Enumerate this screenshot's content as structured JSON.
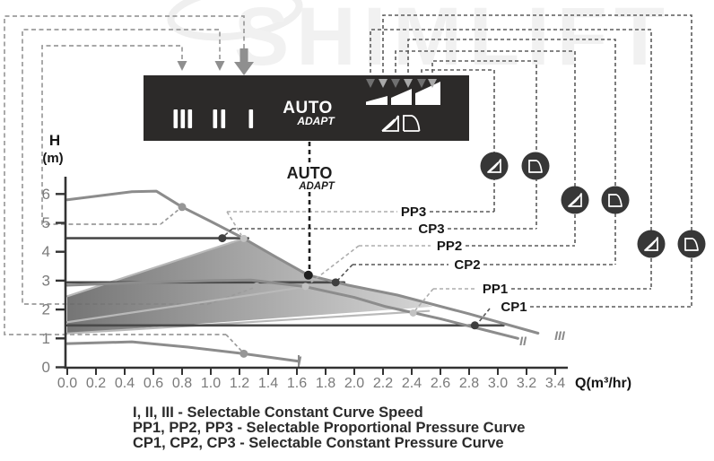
{
  "watermark": {
    "text": "SHIMLIFT"
  },
  "panel": {
    "bg_color": "#2c2a29",
    "buttons": {
      "iii": "III",
      "ii": "II",
      "i": "I"
    },
    "auto": "AUTO",
    "adapt": "ADAPT"
  },
  "auto_callout": {
    "title": "AUTO",
    "subtitle": "ADAPT"
  },
  "axis": {
    "y_title": "H",
    "y_unit": "(m)",
    "x_title": "Q(m³/hr)",
    "y_ticks": [
      "0",
      "1",
      "2",
      "3",
      "4",
      "5",
      "6"
    ],
    "x_ticks": [
      "0.0",
      "0.2",
      "0.4",
      "0.6",
      "0.8",
      "1.0",
      "1.2",
      "1.4",
      "1.6",
      "1.8",
      "2.0",
      "2.2",
      "2.4",
      "2.6",
      "2.8",
      "3.0",
      "3.2",
      "3.4"
    ]
  },
  "callouts": {
    "pp3": "PP3",
    "cp3": "CP3",
    "pp2": "PP2",
    "cp2": "CP2",
    "pp1": "PP1",
    "cp1": "CP1"
  },
  "curve_end_labels": {
    "i": "I",
    "ii": "II",
    "iii": "III"
  },
  "legend": [
    "I, II, III - Selectable Constant Curve Speed",
    "PP1, PP2, PP3 - Selectable Proportional Pressure Curve",
    "CP1, CP2, CP3 - Selectable Constant Pressure Curve"
  ],
  "chart_data": {
    "type": "line",
    "title": "Selectable pump performance curves",
    "xlabel": "Q(m³/hr)",
    "ylabel": "H (m)",
    "xlim": [
      0,
      3.4
    ],
    "ylim": [
      0,
      6
    ],
    "grid": false,
    "series": [
      {
        "name": "III",
        "kind": "constant-speed",
        "color": "#8c8c8c",
        "points": [
          [
            0,
            5.8
          ],
          [
            0.45,
            6.08
          ],
          [
            0.62,
            6.1
          ],
          [
            0.8,
            5.55
          ],
          [
            1.0,
            5.05
          ],
          [
            1.23,
            4.46
          ],
          [
            1.45,
            3.83
          ],
          [
            1.68,
            3.19
          ],
          [
            1.95,
            2.85
          ],
          [
            2.3,
            2.5
          ],
          [
            2.8,
            1.85
          ],
          [
            3.28,
            1.18
          ]
        ]
      },
      {
        "name": "II",
        "kind": "constant-speed",
        "color": "#8c8c8c",
        "points": [
          [
            0,
            2.84
          ],
          [
            0.5,
            2.93
          ],
          [
            1.0,
            3.0
          ],
          [
            1.28,
            3.02
          ],
          [
            1.66,
            2.79
          ],
          [
            2.0,
            2.42
          ],
          [
            2.22,
            2.1
          ],
          [
            2.6,
            1.68
          ],
          [
            2.9,
            1.3
          ],
          [
            3.14,
            1.0
          ]
        ]
      },
      {
        "name": "I",
        "kind": "constant-speed",
        "color": "#8c8c8c",
        "points": [
          [
            0,
            0.82
          ],
          [
            0.45,
            0.88
          ],
          [
            0.84,
            0.7
          ],
          [
            1.23,
            0.47
          ],
          [
            1.61,
            0.21
          ]
        ]
      },
      {
        "name": "CP3",
        "kind": "constant-pressure",
        "color": "#4a4a4a",
        "points": [
          [
            0,
            4.47
          ],
          [
            1.26,
            4.47
          ]
        ]
      },
      {
        "name": "CP2",
        "kind": "constant-pressure",
        "color": "#4a4a4a",
        "points": [
          [
            0,
            2.94
          ],
          [
            1.93,
            2.94
          ]
        ]
      },
      {
        "name": "CP1",
        "kind": "constant-pressure",
        "color": "#4a4a4a",
        "points": [
          [
            0,
            1.45
          ],
          [
            3.04,
            1.45
          ]
        ]
      },
      {
        "name": "PP3",
        "kind": "proportional-pressure",
        "color": "#b9b9b9",
        "points": [
          [
            0,
            2.46
          ],
          [
            1.23,
            4.46
          ]
        ]
      },
      {
        "name": "PP2",
        "kind": "proportional-pressure",
        "color": "#b9b9b9",
        "points": [
          [
            0,
            1.56
          ],
          [
            1.87,
            2.94
          ]
        ]
      },
      {
        "name": "PP1",
        "kind": "proportional-pressure",
        "color": "#b9b9b9",
        "points": [
          [
            0,
            1.17
          ],
          [
            2.52,
            1.95
          ]
        ]
      }
    ],
    "markers": [
      {
        "name": "autoadapt-duty-point",
        "q": 1.68,
        "h": 3.19,
        "color": "#1f1f1f",
        "r": 5
      },
      {
        "name": "speed-III-point",
        "q": 0.8,
        "h": 5.55,
        "color": "#969696",
        "r": 4.5
      },
      {
        "name": "speed-II-point",
        "q": 1.32,
        "h": 2.8,
        "color": "#a8a8a8",
        "r": 4.5
      },
      {
        "name": "speed-I-point",
        "q": 1.23,
        "h": 0.47,
        "color": "#969696",
        "r": 4.5
      },
      {
        "name": "pp3-point",
        "q": 1.23,
        "h": 4.46,
        "color": "#c2c2c2",
        "r": 4
      },
      {
        "name": "pp2-point",
        "q": 1.66,
        "h": 2.8,
        "color": "#c2c2c2",
        "r": 4
      },
      {
        "name": "pp1-point",
        "q": 2.41,
        "h": 1.88,
        "color": "#c2c2c2",
        "r": 4
      },
      {
        "name": "cp3-point",
        "q": 1.08,
        "h": 4.47,
        "color": "#3f3f3f",
        "r": 4.5
      },
      {
        "name": "cp2-point",
        "q": 1.87,
        "h": 2.94,
        "color": "#3f3f3f",
        "r": 4.5
      },
      {
        "name": "cp1-point",
        "q": 2.84,
        "h": 1.45,
        "color": "#3f3f3f",
        "r": 4.5
      }
    ],
    "shaded_region": {
      "name": "autoadapt-range",
      "points": [
        [
          0,
          2.46
        ],
        [
          1.23,
          4.46
        ],
        [
          1.45,
          3.83
        ],
        [
          1.68,
          3.19
        ],
        [
          1.95,
          2.85
        ],
        [
          2.3,
          2.5
        ],
        [
          2.55,
          2.1
        ],
        [
          0,
          1.17
        ]
      ]
    },
    "legend_position": "bottom"
  }
}
